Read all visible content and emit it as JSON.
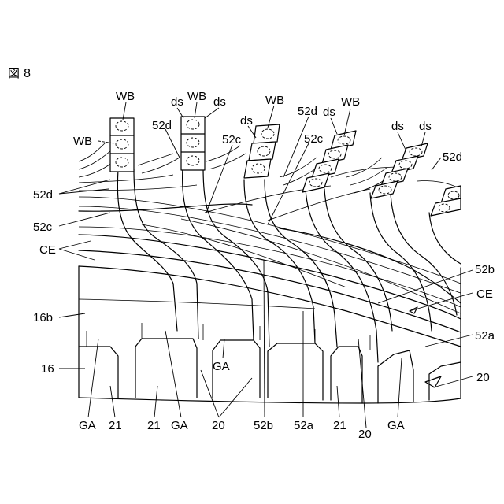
{
  "figure": {
    "title": "図 8"
  },
  "labels": {
    "wb_1": "WB",
    "wb_2": "WB",
    "wb_3": "WB",
    "wb_4": "WB",
    "wb_left": "WB",
    "ds_1": "ds",
    "ds_2": "ds",
    "ds_3": "ds",
    "ds_4": "ds",
    "ds_5": "ds",
    "ds_6": "ds",
    "c52d_1": "52d",
    "c52d_2": "52d",
    "c52d_3": "52d",
    "c52d_left": "52d",
    "c52c_1": "52c",
    "c52c_2": "52c",
    "c52c_left": "52c",
    "ce_left": "CE",
    "ce_right": "CE",
    "c52b_right": "52b",
    "c52a_right": "52a",
    "c16b": "16b",
    "c16": "16",
    "ga_mid": "GA",
    "c20_right": "20",
    "bottom_ga_1": "GA",
    "bottom_21_1": "21",
    "bottom_21_2": "21",
    "bottom_ga_2": "GA",
    "bottom_20_1": "20",
    "bottom_52b": "52b",
    "bottom_52a": "52a",
    "bottom_21_3": "21",
    "bottom_20_2": "20",
    "bottom_ga_3": "GA"
  }
}
